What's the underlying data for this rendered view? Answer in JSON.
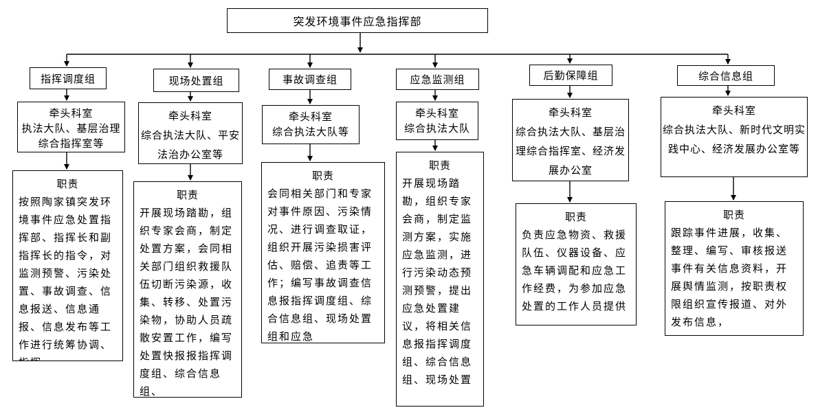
{
  "root": {
    "title": "突发环境事件应急指挥部"
  },
  "groups": [
    {
      "name": "指挥调度组",
      "lead_title": "牵头科室",
      "lead_units": "执法大队、基层治理综合指挥室等",
      "duty_title": "职责",
      "duty_text": "按照陶家镇突发环境事件应急处置指挥部、指挥长和副指挥长的指令，对监测预警、污染处置、事故调查、信息报送、信息通报、信息发布等工作进行统筹协调、指挥"
    },
    {
      "name": "现场处置组",
      "lead_title": "牵头科室",
      "lead_units": "综合执法大队、平安法治办公室等",
      "duty_title": "职责",
      "duty_text": "开展现场踏勘，组织专家会商，制定处置方案，会同相关部门组织救援队伍切断污染源，收集、转移、处置污染物，协助人员疏散安置工作，编写处置快报报指挥调度组、综合信息组、"
    },
    {
      "name": "事故调查组",
      "lead_title": "牵头科室",
      "lead_units": "综合执法大队等",
      "duty_title": "职责",
      "duty_text": "会同相关部门和专家对事件原因、污染情况、进行调查取证，组织开展污染损害评估、赔偿、追责等工作；编写事故调查信息报指挥调度组、综合信息组、现场处置组和应急"
    },
    {
      "name": "应急监测组",
      "lead_title": "牵头科室",
      "lead_units": "综合执法大队",
      "duty_title": "职责",
      "duty_text": "开展现场踏勘，组织专家会商，制定监测方案，实施应急监测，进行污染动态预测预警，提出应急处置建议，将相关信息报指挥调度组、综合信息组、现场处置"
    },
    {
      "name": "后勤保障组",
      "lead_title": "牵头科室",
      "lead_units": "综合执法大队、基层治理综合指挥室、经济发展办公室",
      "duty_title": "职责",
      "duty_text": "负责应急物资、救援队伍、仪器设备、应急车辆调配和应急工作经费，为参加应急处置的工作人员提供"
    },
    {
      "name": "综合信息组",
      "lead_title": "牵头科室",
      "lead_units": "综合执法大队、新时代文明实践中心、经济发展办公室等",
      "duty_title": "职责",
      "duty_text": "跟踪事件进展，收集、整理、编写、审核报送事件有关信息资料，开展舆情监测，按职责权限组织宣传报道、对外发布信息，"
    }
  ]
}
